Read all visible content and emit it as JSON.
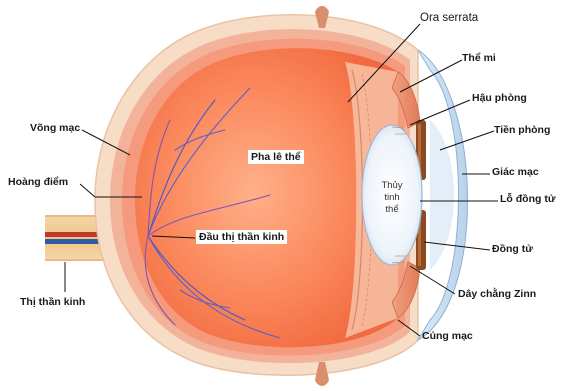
{
  "labels": {
    "ora_serrata": "Ora serrata",
    "the_mi": "Thể mi",
    "hau_phong": "Hậu phòng",
    "tien_phong": "Tiền phòng",
    "giac_mac": "Giác mạc",
    "lo_dong_tu": "Lỗ đồng tử",
    "dong_tu": "Đồng tử",
    "day_chang_zinn": "Dây chằng Zinn",
    "cung_mac": "Củng mạc",
    "vong_mac": "Võng mạc",
    "hoang_diem": "Hoàng điểm",
    "thi_than_kinh": "Thị thần kinh",
    "pha_le_the": "Pha lê thể",
    "dau_thi_than_kinh": "Đầu thị thần kinh",
    "thuy_tinh_the": [
      "Thủy",
      "tinh",
      "thể"
    ]
  }
}
